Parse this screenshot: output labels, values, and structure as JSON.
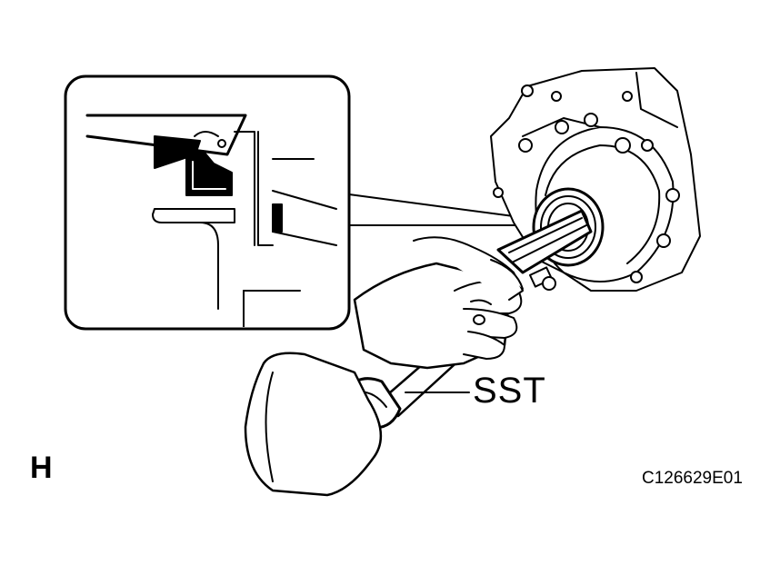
{
  "labels": {
    "tool_callout": "SST",
    "view_letter": "H",
    "figure_code": "C126629E01"
  },
  "colors": {
    "ink": "#000000",
    "paper": "#ffffff"
  }
}
